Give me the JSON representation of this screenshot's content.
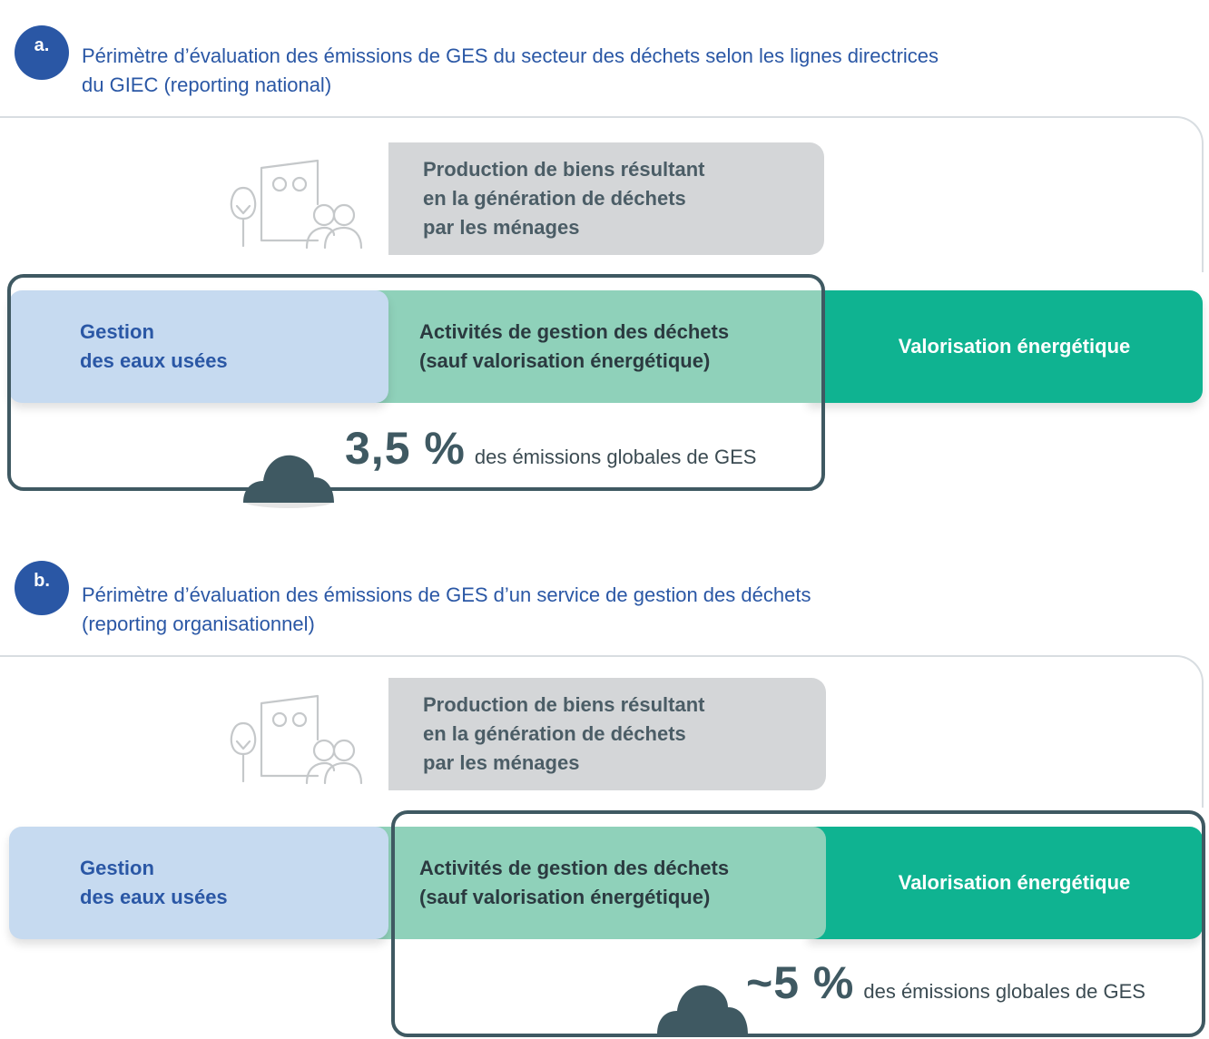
{
  "sections": [
    {
      "badge": "a.",
      "title_line1": "Périmètre d’évaluation des émissions de GES du secteur des déchets selon les lignes directrices",
      "title_line2": "du GIEC (reporting national)",
      "production_line1": "Production de biens résultant",
      "production_line2": "en la génération de déchets",
      "production_line3": "par les ménages",
      "wastewater_line1": "Gestion",
      "wastewater_line2": "des eaux usées",
      "waste_line1": "Activités de gestion des déchets",
      "waste_line2": "(sauf valorisation énergétique)",
      "energy": "Valorisation énergétique",
      "stat_value": "3,5 %",
      "stat_label": "des émissions globales de GES"
    },
    {
      "badge": "b.",
      "title_line1": "Périmètre d’évaluation des émissions de GES d’un service de gestion des déchets",
      "title_line2": "(reporting organisationnel)",
      "production_line1": "Production de biens résultant",
      "production_line2": "en la génération de déchets",
      "production_line3": "par les ménages",
      "wastewater_line1": "Gestion",
      "wastewater_line2": "des eaux usées",
      "waste_line1": "Activités de gestion des déchets",
      "waste_line2": "(sauf valorisation énergétique)",
      "energy": "Valorisation énergétique",
      "stat_value": "~5 %",
      "stat_label": "des émissions globales de GES"
    }
  ],
  "icons": [
    "household-icon",
    "cloud-icon"
  ],
  "colors": {
    "title_blue": "#2a57a5",
    "wastewater": "#c6daf0",
    "waste_activities": "#8fd1ba",
    "energy_recovery": "#0fb391",
    "production": "#d4d6d8",
    "frame": "#3f5962"
  }
}
